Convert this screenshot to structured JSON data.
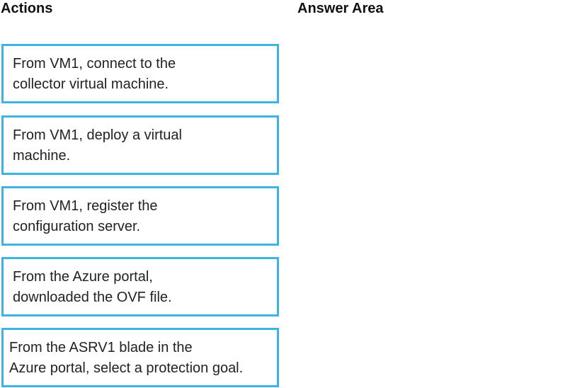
{
  "headings": {
    "actions": "Actions",
    "answer_area": "Answer Area"
  },
  "actions": [
    {
      "line1": "From VM1, connect to the",
      "line2": "collector virtual machine."
    },
    {
      "line1": "From VM1, deploy a virtual",
      "line2": "machine."
    },
    {
      "line1": "From VM1, register the",
      "line2": "configuration server."
    },
    {
      "line1": "From the Azure portal,",
      "line2": "downloaded the OVF file."
    },
    {
      "line1": "From the ASRV1 blade in the",
      "line2": "Azure portal, select a protection goal."
    }
  ],
  "colors": {
    "card_border": "#3fb4e2"
  }
}
